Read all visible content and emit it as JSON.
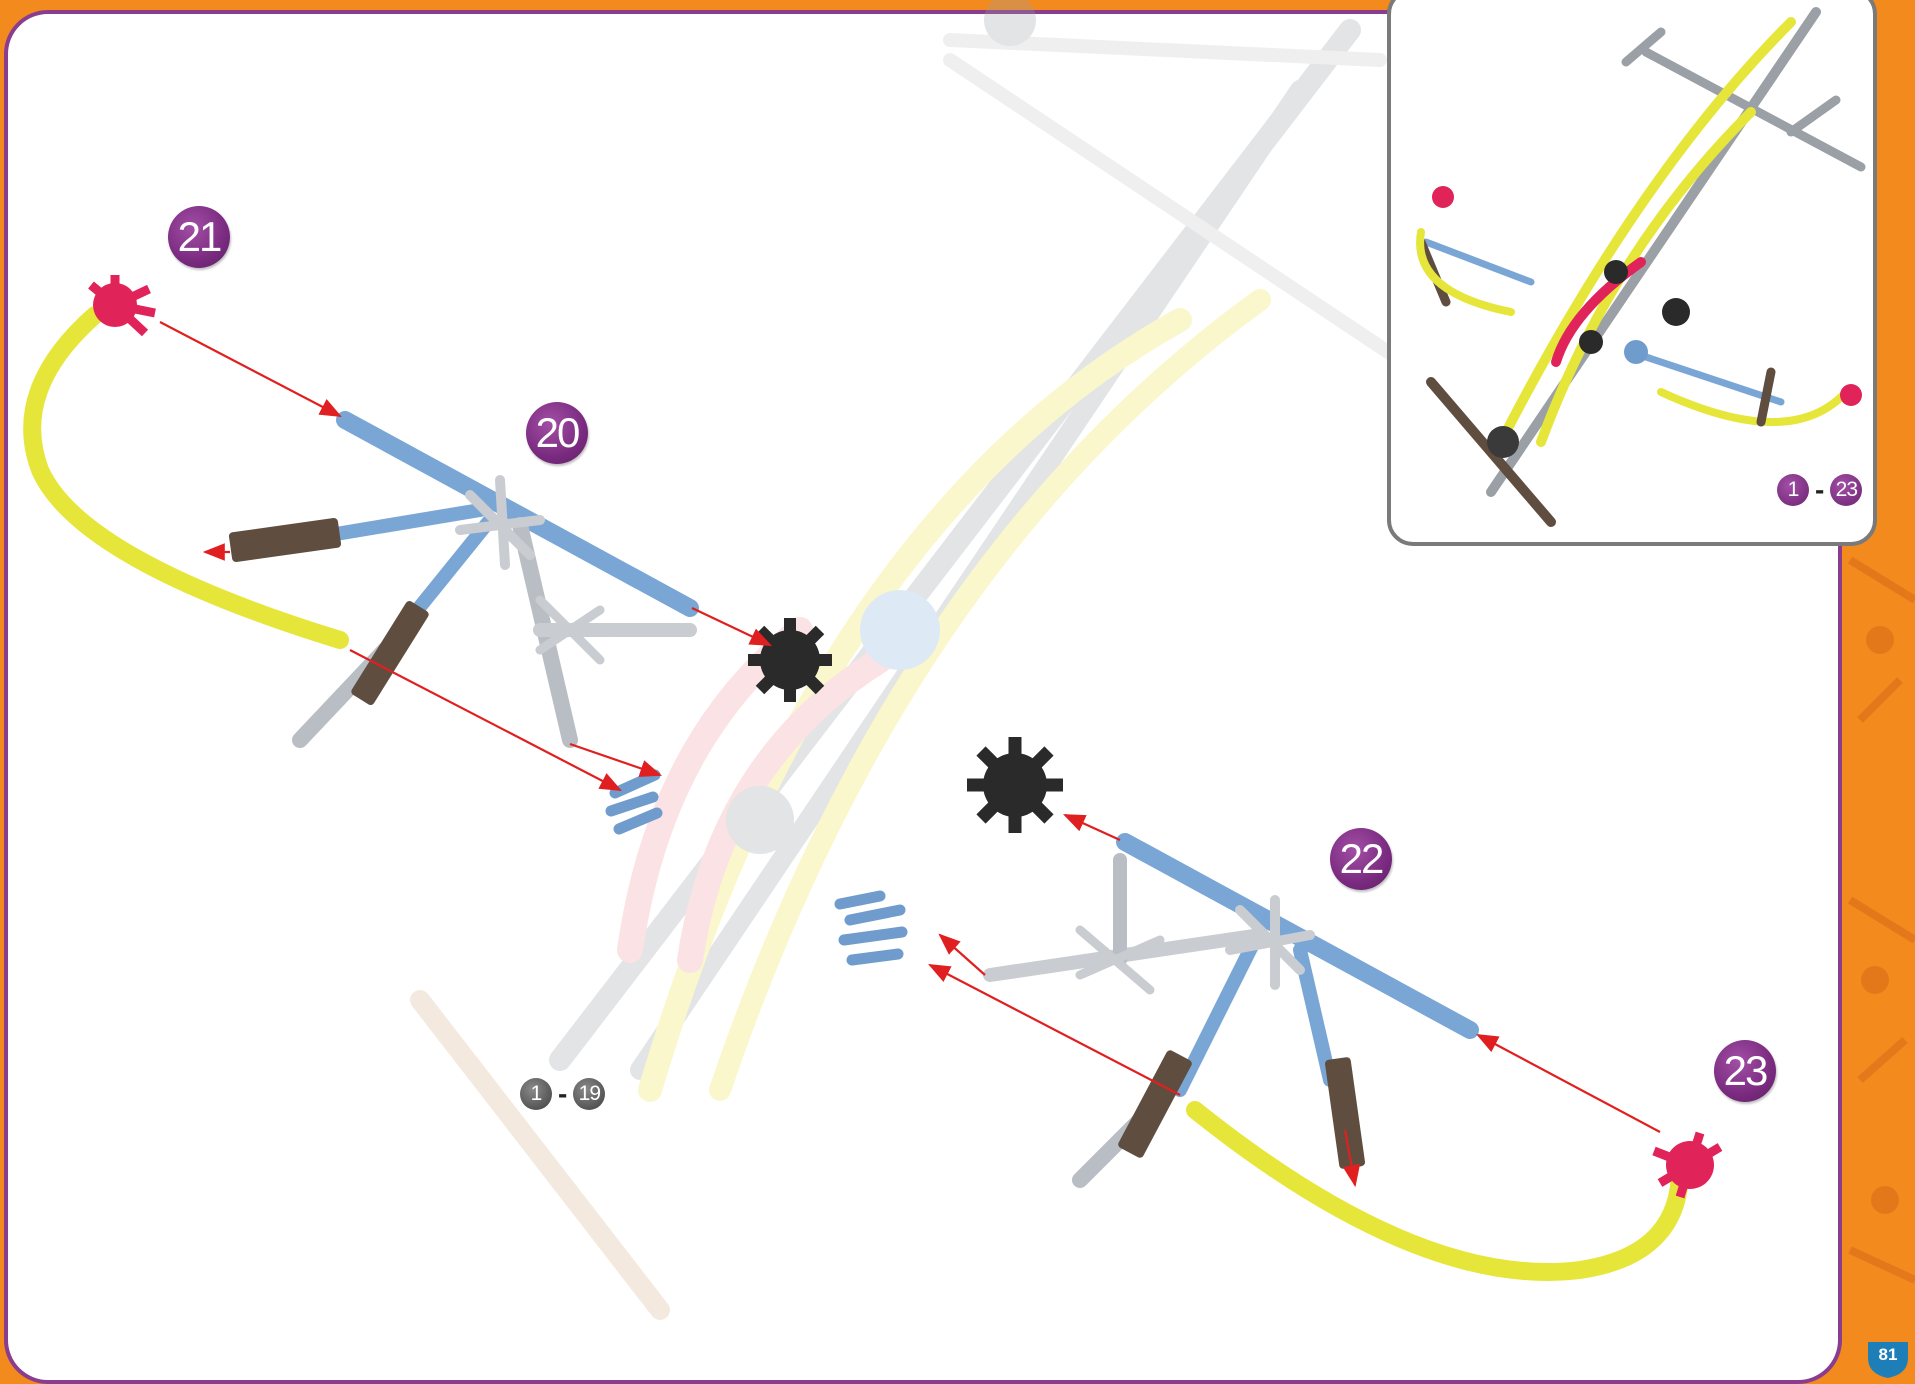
{
  "steps": {
    "s20": "20",
    "s21": "21",
    "s22": "22",
    "s23": "23"
  },
  "range_main": {
    "from": "1",
    "to": "19"
  },
  "range_inset": {
    "from": "1",
    "to": "23"
  },
  "page_number": "81",
  "colors": {
    "border_purple": "#8a3d8f",
    "page_orange": "#f28a1e",
    "rod_blue": "#7aa6d6",
    "rod_yellow": "#e6e63a",
    "connector_red": "#e0245a",
    "connector_black": "#2a2a2a",
    "rod_brown": "#6b5a4a",
    "arrow_red": "#e02020"
  }
}
